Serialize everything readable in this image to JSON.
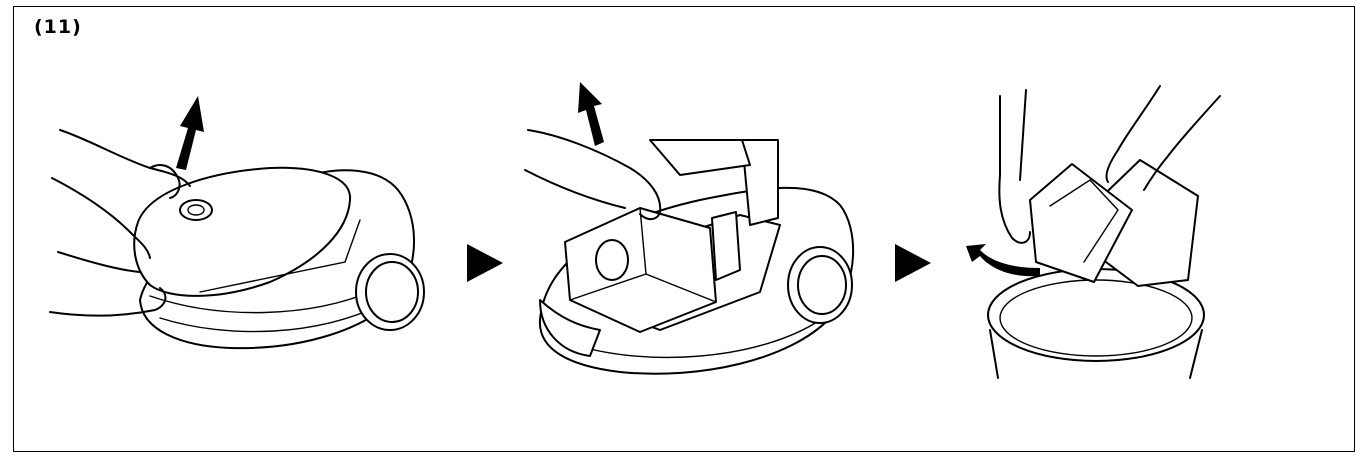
{
  "step": {
    "number": "(11)"
  },
  "steps": [
    {
      "name": "lift-filter-cover",
      "arrow": "up-arrow"
    },
    {
      "name": "remove-dust-bag",
      "arrow": "up-arrow"
    },
    {
      "name": "empty-dust-bag",
      "arrow": "curved-arrow"
    }
  ],
  "separators": [
    "play-arrow",
    "play-arrow"
  ],
  "colors": {
    "ink": "#000000",
    "paper": "#ffffff"
  }
}
